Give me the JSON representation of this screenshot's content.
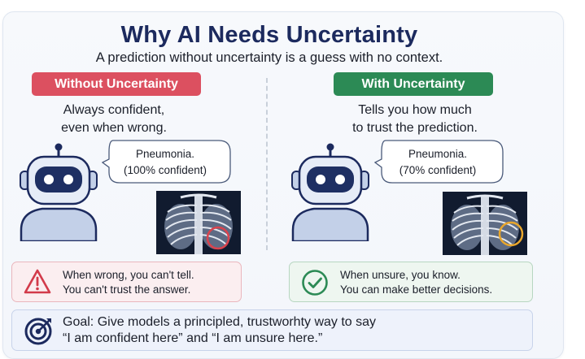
{
  "title": "Why AI Needs Uncertainty",
  "subtitle": "A prediction without uncertainty is a guess with no context.",
  "left": {
    "label": "Without Uncertainty",
    "desc_line1": "Always confident,",
    "desc_line2": "even when wrong.",
    "bubble_line1": "Pneumonia.",
    "bubble_line2": "(100% confident)",
    "status_line1": "When wrong, you can't tell.",
    "status_line2": "You can't trust the answer.",
    "status_icon": "warning-icon",
    "color": "#dc5060"
  },
  "right": {
    "label": "With Uncertainty",
    "desc_line1": "Tells you how much",
    "desc_line2": "to trust the prediction.",
    "bubble_line1": "Pneumonia.",
    "bubble_line2": "(70% confident)",
    "status_line1": "When unsure, you know.",
    "status_line2": "You can make better decisions.",
    "status_icon": "check-circle-icon",
    "color": "#2c8a55"
  },
  "goal": {
    "line1": "Goal: Give models a principled, trustworhty way to say",
    "line2": "“I am confident here” and “I am unsure here.”",
    "icon": "target-icon",
    "color": "#1c2a5e"
  }
}
